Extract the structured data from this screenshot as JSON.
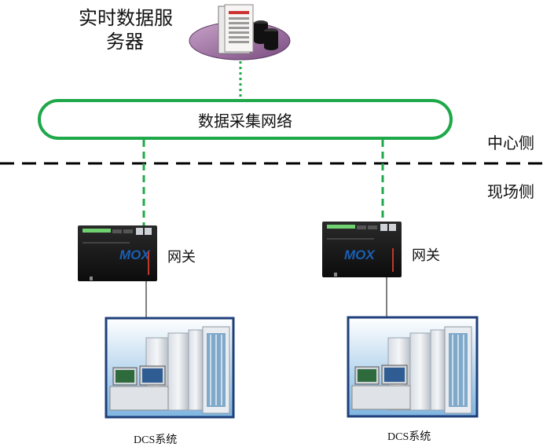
{
  "server": {
    "label_line1": "实时数据服",
    "label_line2": "务器",
    "icon": "server-icon"
  },
  "network": {
    "label": "数据采集网络"
  },
  "sides": {
    "center": "中心侧",
    "field": "现场侧"
  },
  "gateways": [
    {
      "label": "网关",
      "device_text": "MOX"
    },
    {
      "label": "网关",
      "device_text": "MOX"
    }
  ],
  "dcs": [
    {
      "label": "DCS系统"
    },
    {
      "label": "DCS系统"
    }
  ],
  "colors": {
    "accent_green": "#1fa84a",
    "divider": "#000000"
  }
}
